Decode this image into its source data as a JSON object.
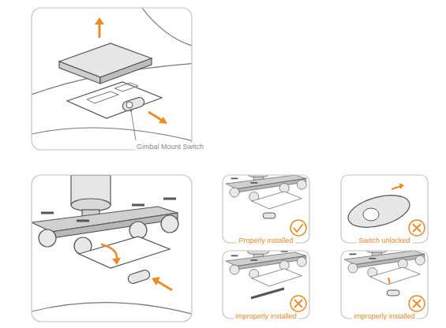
{
  "diagram": {
    "labels": [
      "Gimbal Mount Switch",
      "Properly installed",
      "Switch unlocked",
      "improperly installed",
      "improperly installed"
    ]
  }
}
